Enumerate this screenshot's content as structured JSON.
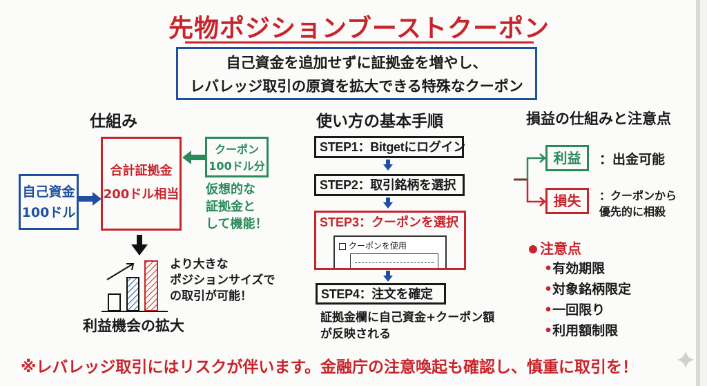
{
  "title": "先物ポジションブーストクーポン",
  "subtitle": {
    "line1": "自己資金を追加せずに証拠金を増やし、",
    "line2": "レバレッジ取引の原資を拡大できる特殊なクーポン"
  },
  "mechanism": {
    "heading": "仕組み",
    "own_funds": {
      "line1": "自己資金",
      "line2": "100ドル"
    },
    "total_margin": {
      "line1": "合計証拠金",
      "line2": "200ドル相当"
    },
    "coupon": {
      "line1": "クーポン",
      "line2": "100ドル分"
    },
    "virtual_note": [
      "仮想的な",
      "証拠金と",
      "して機能！"
    ],
    "bigger_note": [
      "より大きな",
      "ポジションサイズで",
      "の取引が可能！"
    ],
    "caption": "利益機会の拡大"
  },
  "steps": {
    "heading": "使い方の基本手順",
    "items": [
      "STEP1：Bitgetにログイン",
      "STEP2：取引銘柄を選択",
      "STEP3：クーポンを選択",
      "STEP4：注文を確定"
    ],
    "checkbox_label": "クーポンを使用",
    "note": [
      "証拠金欄に自己資金+クーポン額",
      "が反映される"
    ]
  },
  "pnl": {
    "heading": "損益の仕組みと注意点",
    "profit_label": "利益",
    "profit_text": "：出金可能",
    "loss_label": "損失",
    "loss_text": [
      "：クーポンから",
      "優先的に相殺"
    ],
    "cautions_heading": "注意点",
    "cautions": [
      "有効期限",
      "対象銘柄限定",
      "一回限り",
      "利用額制限"
    ]
  },
  "footer": "※レバレッジ取引にはリスクが伴います。金融庁の注意喚起も確認し、慎重に取引を！",
  "colors": {
    "red": "#c8242c",
    "blue": "#1f4fa0",
    "green": "#2a8a5a"
  }
}
